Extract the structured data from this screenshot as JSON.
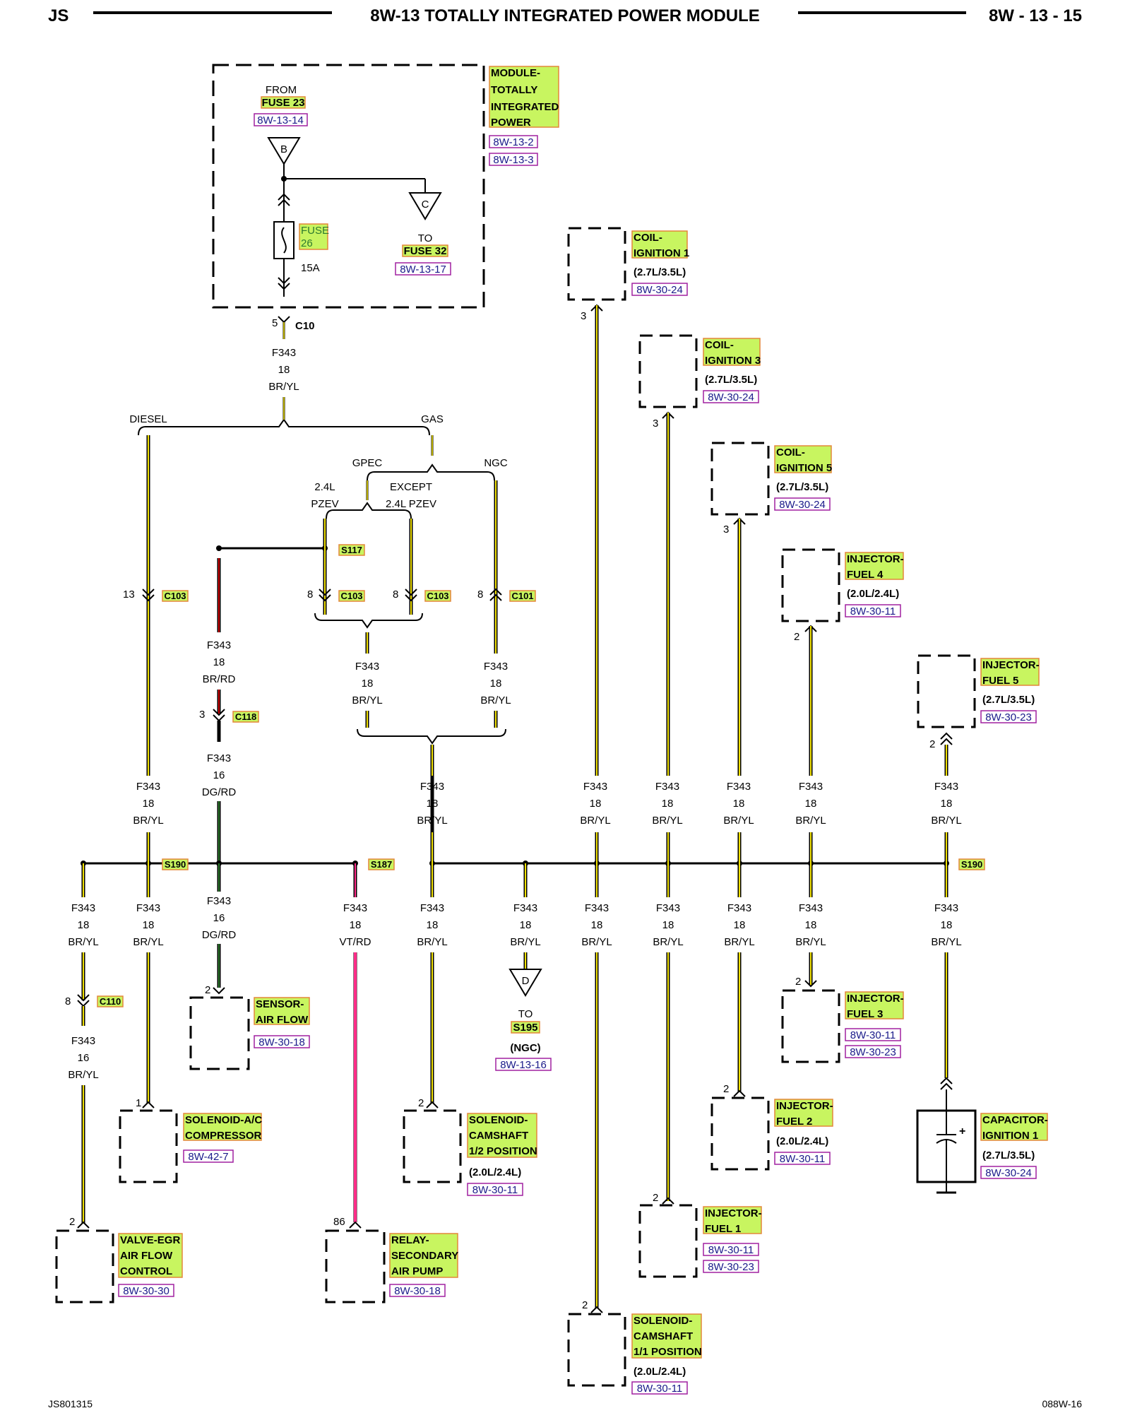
{
  "header": {
    "left": "JS",
    "title": "8W-13 TOTALLY INTEGRATED POWER MODULE",
    "page": "8W - 13 - 15"
  },
  "footer": {
    "left": "JS801315",
    "right": "088W-16"
  },
  "colors": {
    "wire_yellow": "#f2e200",
    "wire_red": "#d00000",
    "wire_pink": "#ff2c88",
    "highlight": "#c8f560",
    "highlight_border": "#e3873a",
    "ref_border": "#a020a0"
  },
  "tipm": {
    "from": "FROM",
    "fuse23": "FUSE 23",
    "ref_fuse23": "8W-13-14",
    "pin_b": "B",
    "pin_c": "C",
    "fuse_label_1": "FUSE",
    "fuse_label_2": "26",
    "fuse_amps": "15A",
    "to": "TO",
    "fuse32": "FUSE 32",
    "ref_fuse32": "8W-13-17",
    "module_lines": [
      "MODULE-",
      "TOTALLY",
      "INTEGRATED",
      "POWER"
    ],
    "module_refs": [
      "8W-13-2",
      "8W-13-3"
    ],
    "c10_pin": "5",
    "c10": "C10"
  },
  "wire_main": {
    "circuit": "F343",
    "gauge": "18",
    "color": "BR/YL"
  },
  "labels": {
    "diesel": "DIESEL",
    "gas": "GAS",
    "gpec": "GPEC",
    "ngc": "NGC",
    "pzev_1": "2.4L",
    "pzev_2": "PZEV",
    "except_1": "EXCEPT",
    "except_2": "2.4L PZEV"
  },
  "connectors": {
    "c103_a_pin": "13",
    "c103": "C103",
    "s117": "S117",
    "c103_b_pin": "8",
    "c103_c_pin": "8",
    "c101_pin": "8",
    "c101": "C101",
    "c118_pin": "3",
    "c118": "C118",
    "c110_pin": "8",
    "c110": "C110",
    "s190": "S190",
    "s187": "S187"
  },
  "wires": {
    "brrd": {
      "circuit": "F343",
      "gauge": "18",
      "color": "BR/RD"
    },
    "dgrd": {
      "circuit": "F343",
      "gauge": "16",
      "color": "DG/RD"
    },
    "vtrd": {
      "circuit": "F343",
      "gauge": "18",
      "color": "VT/RD"
    },
    "bryl16": {
      "circuit": "F343",
      "gauge": "16",
      "color": "BR/YL"
    }
  },
  "s195": {
    "pin": "D",
    "to": "TO",
    "name": "S195",
    "note": "(NGC)",
    "ref": "8W-13-16"
  },
  "components": {
    "coil1": {
      "lines": [
        "COIL-",
        "IGNITION 1"
      ],
      "eng": "(2.7L/3.5L)",
      "refs": [
        "8W-30-24"
      ],
      "pin": "3"
    },
    "coil3": {
      "lines": [
        "COIL-",
        "IGNITION 3"
      ],
      "eng": "(2.7L/3.5L)",
      "refs": [
        "8W-30-24"
      ],
      "pin": "3"
    },
    "coil5": {
      "lines": [
        "COIL-",
        "IGNITION 5"
      ],
      "eng": "(2.7L/3.5L)",
      "refs": [
        "8W-30-24"
      ],
      "pin": "3"
    },
    "inj4": {
      "lines": [
        "INJECTOR-",
        "FUEL 4"
      ],
      "eng": "(2.0L/2.4L)",
      "refs": [
        "8W-30-11"
      ],
      "pin": "2"
    },
    "inj5": {
      "lines": [
        "INJECTOR-",
        "FUEL 5"
      ],
      "eng": "(2.7L/3.5L)",
      "refs": [
        "8W-30-23"
      ],
      "pin": "2"
    },
    "maf": {
      "lines": [
        "SENSOR-",
        "AIR FLOW"
      ],
      "refs": [
        "8W-30-18"
      ],
      "pin": "2"
    },
    "inj3": {
      "lines": [
        "INJECTOR-",
        "FUEL 3"
      ],
      "refs": [
        "8W-30-11",
        "8W-30-23"
      ],
      "pin": "2"
    },
    "ac": {
      "lines": [
        "SOLENOID-A/C",
        "COMPRESSOR"
      ],
      "refs": [
        "8W-42-7"
      ],
      "pin": "1"
    },
    "cam12": {
      "lines": [
        "SOLENOID-",
        "CAMSHAFT",
        "1/2 POSITION"
      ],
      "eng": "(2.0L/2.4L)",
      "refs": [
        "8W-30-11"
      ],
      "pin": "2"
    },
    "inj2": {
      "lines": [
        "INJECTOR-",
        "FUEL 2"
      ],
      "eng": "(2.0L/2.4L)",
      "refs": [
        "8W-30-11"
      ],
      "pin": "2"
    },
    "cap": {
      "lines": [
        "CAPACITOR-",
        "IGNITION 1"
      ],
      "eng": "(2.7L/3.5L)",
      "refs": [
        "8W-30-24"
      ]
    },
    "egr": {
      "lines": [
        "VALVE-EGR",
        "AIR FLOW",
        "CONTROL"
      ],
      "refs": [
        "8W-30-30"
      ],
      "pin": "2"
    },
    "relay": {
      "lines": [
        "RELAY-",
        "SECONDARY",
        "AIR PUMP"
      ],
      "refs": [
        "8W-30-18"
      ],
      "pin": "86"
    },
    "inj1": {
      "lines": [
        "INJECTOR-",
        "FUEL 1"
      ],
      "refs": [
        "8W-30-11",
        "8W-30-23"
      ],
      "pin": "2"
    },
    "cam11": {
      "lines": [
        "SOLENOID-",
        "CAMSHAFT",
        "1/1 POSITION"
      ],
      "eng": "(2.0L/2.4L)",
      "refs": [
        "8W-30-11"
      ],
      "pin": "2"
    }
  }
}
